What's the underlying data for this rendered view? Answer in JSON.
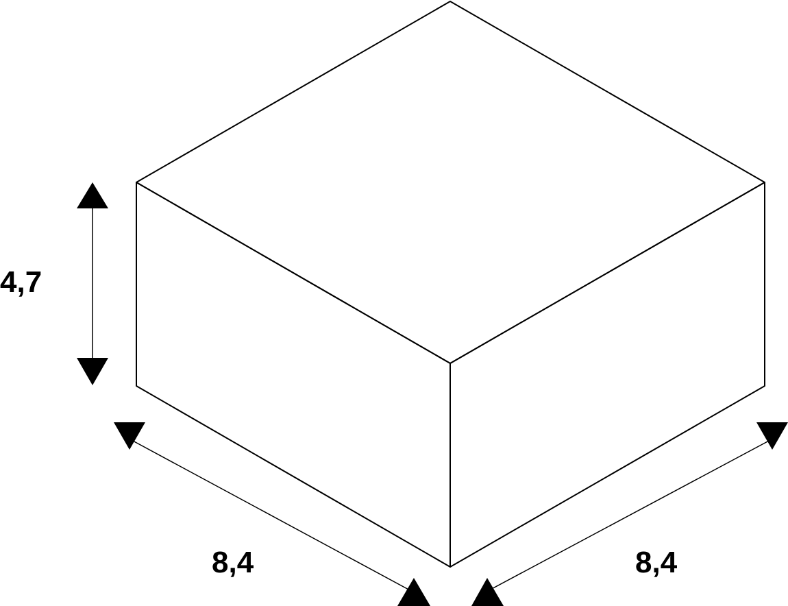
{
  "diagram": {
    "type": "isometric-box-dimensions",
    "dimensions": {
      "height": "4,7",
      "depth": "8,4",
      "width": "8,4"
    },
    "colors": {
      "line": "#000000",
      "background": "#ffffff"
    }
  }
}
